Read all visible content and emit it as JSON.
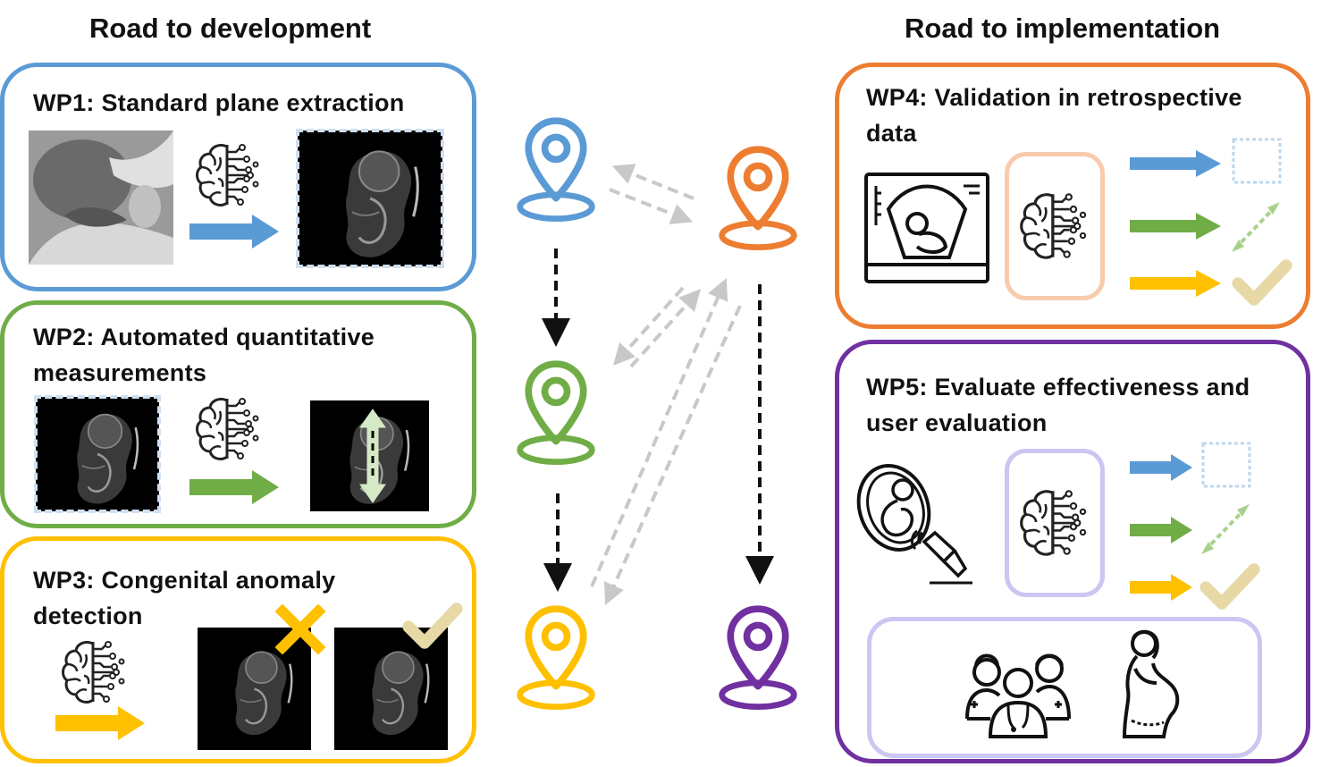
{
  "headings": {
    "development": "Road to development",
    "implementation": "Road to implementation"
  },
  "work_packages": [
    {
      "id": "wp1",
      "title": "WP1: Standard plane extraction",
      "color": "#5b9bd5"
    },
    {
      "id": "wp2",
      "title_lines": [
        "WP2: Automated quantitative",
        "measurements"
      ],
      "color": "#70ad47"
    },
    {
      "id": "wp3",
      "title_lines": [
        "WP3: Congenital anomaly",
        "detection"
      ],
      "color": "#ffc000"
    },
    {
      "id": "wp4",
      "title_lines": [
        "WP4: Validation in retrospective",
        "data"
      ],
      "color": "#ed7d31"
    },
    {
      "id": "wp5",
      "title_lines": [
        "WP5: Evaluate effectiveness and",
        "user evaluation"
      ],
      "color": "#7030a0"
    }
  ],
  "colors": {
    "blue": "#5b9bd5",
    "green": "#70ad47",
    "yellow": "#ffc000",
    "orange": "#ed7d31",
    "purple": "#7030a0",
    "check": "#e6d9a6",
    "cross": "#ffc000",
    "grey_arrow": "#c8c8c8",
    "light_green": "#d6e9c6",
    "peach": "#f8cbad",
    "lavender": "#ccc6f2"
  },
  "icons": [
    "brain-circuit-icon",
    "ultrasound-monitor-icon",
    "fetus-probe-icon",
    "doctors-icon",
    "pregnant-woman-icon",
    "location-pin-icon",
    "checkmark-icon",
    "cross-icon"
  ]
}
